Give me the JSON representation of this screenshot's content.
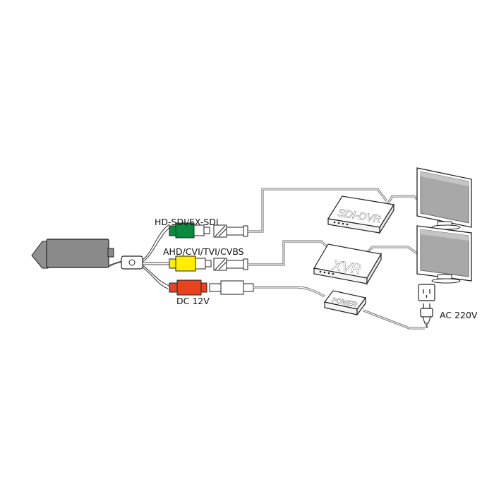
{
  "diagram": {
    "labels": {
      "sdi_output": "HD-SDI/EX-SDI",
      "analog_output": "AHD/CVI/TVI/CVBS",
      "power_input": "DC 12V",
      "mains": "AC 220V"
    },
    "devices": {
      "sdi_dvr": "SDI-DVR",
      "xvr": "XVR",
      "power_supply": "POWER"
    },
    "colors": {
      "sdi_connector": "#0a8a3c",
      "analog_connector": "#ffee00",
      "power_connector": "#e8431f",
      "camera_body": "#8a8a8a",
      "monitor_screen": "#a8a8a8"
    }
  }
}
